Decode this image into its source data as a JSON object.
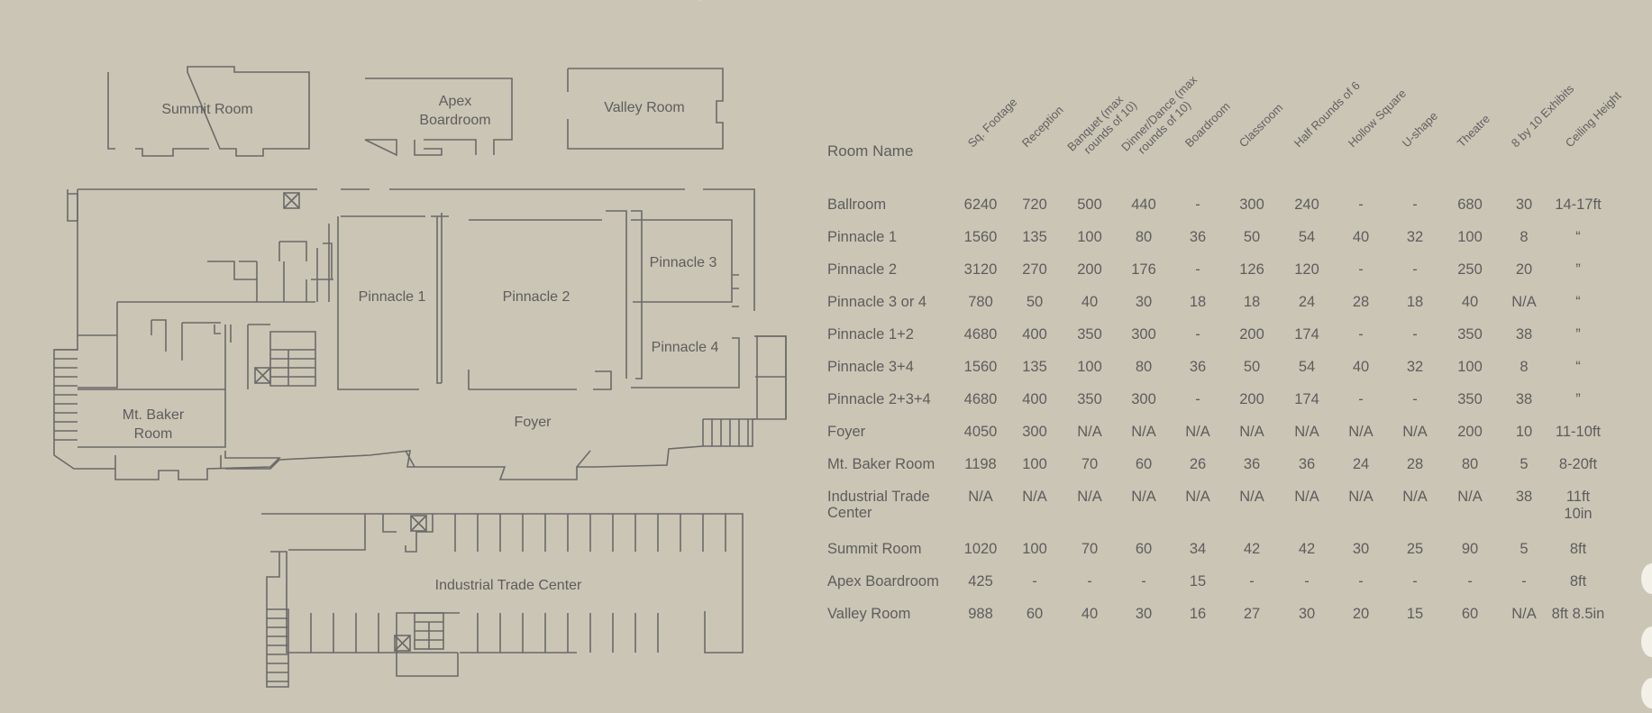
{
  "floor_plan": {
    "labels": {
      "summit": "Summit Room",
      "apex": "Apex\nBoardroom",
      "valley": "Valley Room",
      "pinnacle1": "Pinnacle 1",
      "pinnacle2": "Pinnacle 2",
      "pinnacle3": "Pinnacle 3",
      "pinnacle4": "Pinnacle 4",
      "mtbaker": "Mt. Baker\nRoom",
      "foyer": "Foyer",
      "itc": "Industrial Trade Center"
    }
  },
  "table": {
    "room_header": "Room Name",
    "columns": [
      "Sq. Footage",
      "Reception",
      "Banquet (max\n   rounds of 10)",
      "Dinner/Dance (max\n   rounds of 10)",
      "Boardroom",
      "Classroom",
      "Half Rounds of 6",
      "Hollow Square",
      "U-shape",
      "Theatre",
      "8 by 10 Exhibits",
      "Ceiling Height"
    ],
    "rows": [
      {
        "name": "Ballroom",
        "values": [
          "6240",
          "720",
          "500",
          "440",
          "-",
          "300",
          "240",
          "-",
          "-",
          "680",
          "30",
          "14-17ft"
        ]
      },
      {
        "name": "Pinnacle 1",
        "values": [
          "1560",
          "135",
          "100",
          "80",
          "36",
          "50",
          "54",
          "40",
          "32",
          "100",
          "8",
          "“"
        ]
      },
      {
        "name": "Pinnacle 2",
        "values": [
          "3120",
          "270",
          "200",
          "176",
          "-",
          "126",
          "120",
          "-",
          "-",
          "250",
          "20",
          "”"
        ]
      },
      {
        "name": "Pinnacle 3 or 4",
        "values": [
          "780",
          "50",
          "40",
          "30",
          "18",
          "18",
          "24",
          "28",
          "18",
          "40",
          "N/A",
          "“"
        ]
      },
      {
        "name": "Pinnacle 1+2",
        "values": [
          "4680",
          "400",
          "350",
          "300",
          "-",
          "200",
          "174",
          "-",
          "-",
          "350",
          "38",
          "”"
        ]
      },
      {
        "name": "Pinnacle 3+4",
        "values": [
          "1560",
          "135",
          "100",
          "80",
          "36",
          "50",
          "54",
          "40",
          "32",
          "100",
          "8",
          "“"
        ]
      },
      {
        "name": "Pinnacle 2+3+4",
        "values": [
          "4680",
          "400",
          "350",
          "300",
          "-",
          "200",
          "174",
          "-",
          "-",
          "350",
          "38",
          "”"
        ]
      },
      {
        "name": "Foyer",
        "values": [
          "4050",
          "300",
          "N/A",
          "N/A",
          "N/A",
          "N/A",
          "N/A",
          "N/A",
          "N/A",
          "200",
          "10",
          "11-10ft"
        ]
      },
      {
        "name": "Mt. Baker Room",
        "values": [
          "1198",
          "100",
          "70",
          "60",
          "26",
          "36",
          "36",
          "24",
          "28",
          "80",
          "5",
          "8-20ft"
        ]
      },
      {
        "name": "Industrial Trade\nCenter",
        "values": [
          "N/A",
          "N/A",
          "N/A",
          "N/A",
          "N/A",
          "N/A",
          "N/A",
          "N/A",
          "N/A",
          "N/A",
          "38",
          "11ft 10in"
        ]
      },
      {
        "name": "Summit Room",
        "values": [
          "1020",
          "100",
          "70",
          "60",
          "34",
          "42",
          "42",
          "30",
          "25",
          "90",
          "5",
          "8ft"
        ]
      },
      {
        "name": "Apex Boardroom",
        "values": [
          "425",
          "-",
          "-",
          "-",
          "15",
          "-",
          "-",
          "-",
          "-",
          "-",
          "-",
          "8ft"
        ]
      },
      {
        "name": "Valley Room",
        "values": [
          "988",
          "60",
          "40",
          "30",
          "16",
          "27",
          "30",
          "20",
          "15",
          "60",
          "N/A",
          "8ft 8.5in"
        ]
      }
    ]
  }
}
